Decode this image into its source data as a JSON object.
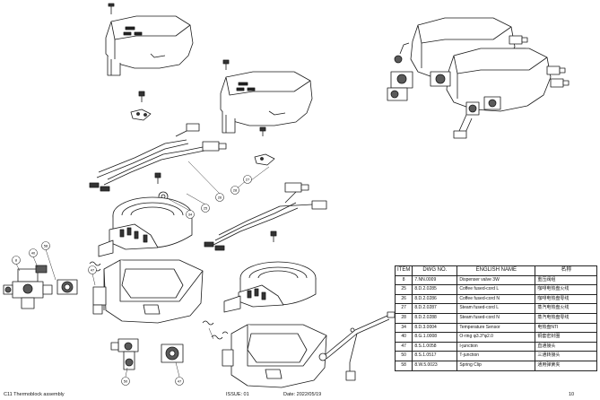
{
  "bom": {
    "headers": {
      "item": "ITEM",
      "dwg": "DWG NO.",
      "english": "ENGLISH NAME",
      "chinese": "名称"
    },
    "rows": [
      {
        "item": "8",
        "dwg": "7.NN.0009",
        "english": "Dispenser valve 3W",
        "chinese": "重压阀组"
      },
      {
        "item": "25",
        "dwg": "8.D.2.0285",
        "english": "Coffee fused-cord L",
        "chinese": "咖啡电热盘火线"
      },
      {
        "item": "26",
        "dwg": "8.D.2.0286",
        "english": "Coffee fused-cord N",
        "chinese": "咖啡电热盘零线"
      },
      {
        "item": "27",
        "dwg": "8.D.2.0287",
        "english": "Steam fused-cord L",
        "chinese": "蒸汽电热盘火线"
      },
      {
        "item": "28",
        "dwg": "8.D.2.0288",
        "english": "Steam fused-cord N",
        "chinese": "蒸汽电热盘零线"
      },
      {
        "item": "34",
        "dwg": "8.D.3.0004",
        "english": "Temperature Sensor",
        "chinese": "电热盘NTI"
      },
      {
        "item": "40",
        "dwg": "8.G.1.0008",
        "english": "O-ring φ3.3*φ2.0",
        "chinese": "铜套密封圈"
      },
      {
        "item": "47",
        "dwg": "8.S.1.0058",
        "english": "I-junction",
        "chinese": "直通接头"
      },
      {
        "item": "50",
        "dwg": "8.S.1.0517",
        "english": "T-junction",
        "chinese": "三通转接头"
      },
      {
        "item": "58",
        "dwg": "8.W.5.0023",
        "english": "Spring Clip",
        "chinese": "通用弹簧夹"
      }
    ]
  },
  "callouts": [
    {
      "id": "c8",
      "label": "8"
    },
    {
      "id": "c40",
      "label": "40"
    },
    {
      "id": "c58",
      "label": "58"
    },
    {
      "id": "c47",
      "label": "47"
    },
    {
      "id": "c50",
      "label": "50"
    },
    {
      "id": "c34",
      "label": "34"
    },
    {
      "id": "c25",
      "label": "25"
    },
    {
      "id": "c26",
      "label": "26"
    },
    {
      "id": "c27",
      "label": "27"
    },
    {
      "id": "c28",
      "label": "28"
    },
    {
      "id": "c47b",
      "label": "47"
    }
  ],
  "footer": {
    "title": "C11 Thermoblock assembly",
    "issue": "ISSUE: 01",
    "date": "Date: 2022/05/19",
    "page": "10"
  },
  "colors": {
    "line": "#1a1a1a",
    "fill": "#ffffff",
    "shade": "#5a5a5a",
    "callout": "#333333"
  }
}
